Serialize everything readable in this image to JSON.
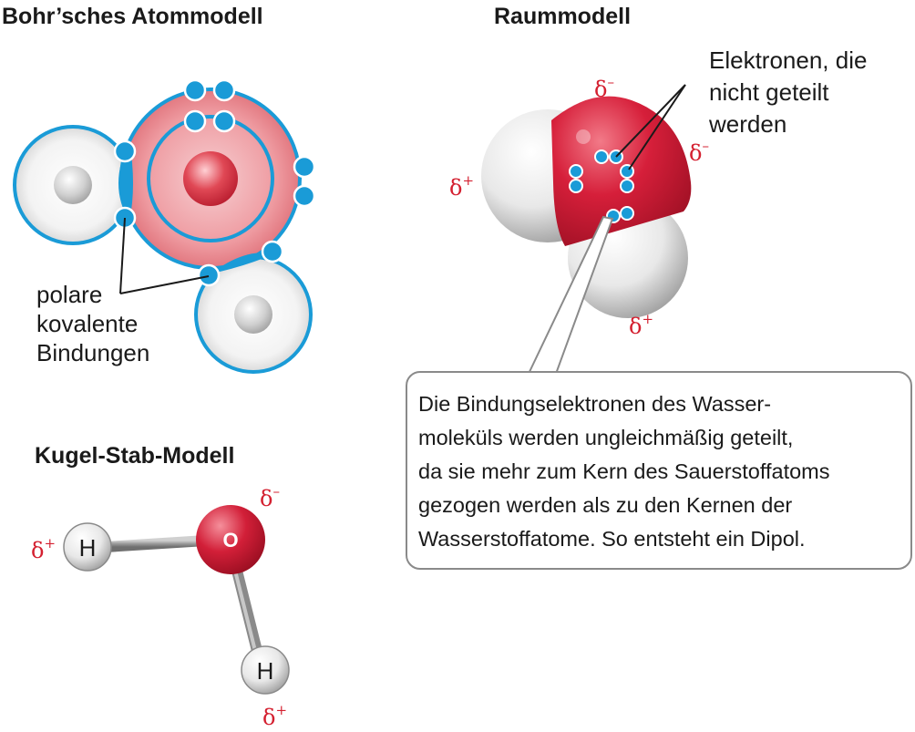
{
  "bohr": {
    "title": "Bohr’sches Atommodell",
    "bond_label_lines": [
      "polare",
      "kovalente",
      "Bindungen"
    ]
  },
  "space_filling": {
    "title": "Raummodell",
    "lone_pair_label_lines": [
      "Elektronen, die",
      "nicht geteilt",
      "werden"
    ],
    "info_lines": [
      "Die Bindungselektronen des Wasser-",
      "moleküls werden ungleichmäßig geteilt,",
      "da sie mehr zum Kern des Sauerstoffatoms",
      "gezogen werden als zu den Kernen der",
      "Wasserstoffatome. So entsteht ein Dipol."
    ]
  },
  "ball_stick": {
    "title": "Kugel-Stab-Modell",
    "oxygen_label": "O",
    "hydrogen_label": "H"
  },
  "partial_charges": {
    "symbol": "δ",
    "positive": "+",
    "negative": "–"
  },
  "colors": {
    "oxygen_red": "#d11f3a",
    "electron_blue": "#1a9bd7",
    "hydrogen_grey": "#d9d9d9",
    "delta_red": "#d42030"
  }
}
